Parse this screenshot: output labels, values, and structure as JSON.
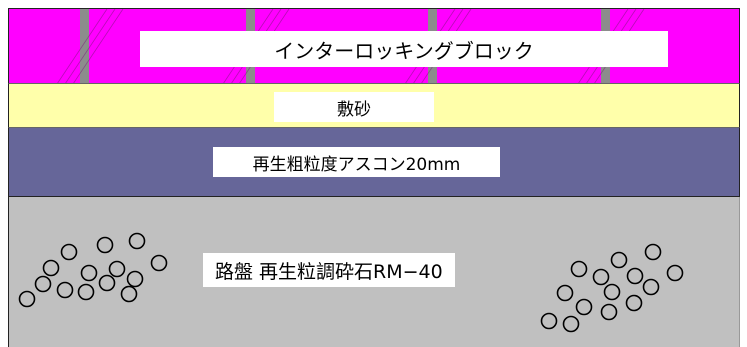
{
  "layers": {
    "block": {
      "label": "インターロッキングブロック",
      "color": "#ff00ff",
      "joint_color": "#8c8c8c"
    },
    "sand": {
      "label": "敷砂",
      "color": "#ffffaa"
    },
    "ascon": {
      "label": "再生粗粒度アスコン20mm",
      "color": "#666699"
    },
    "base": {
      "label": "路盤 再生粒調砕石RM−40",
      "color": "#c0c0c0"
    }
  }
}
